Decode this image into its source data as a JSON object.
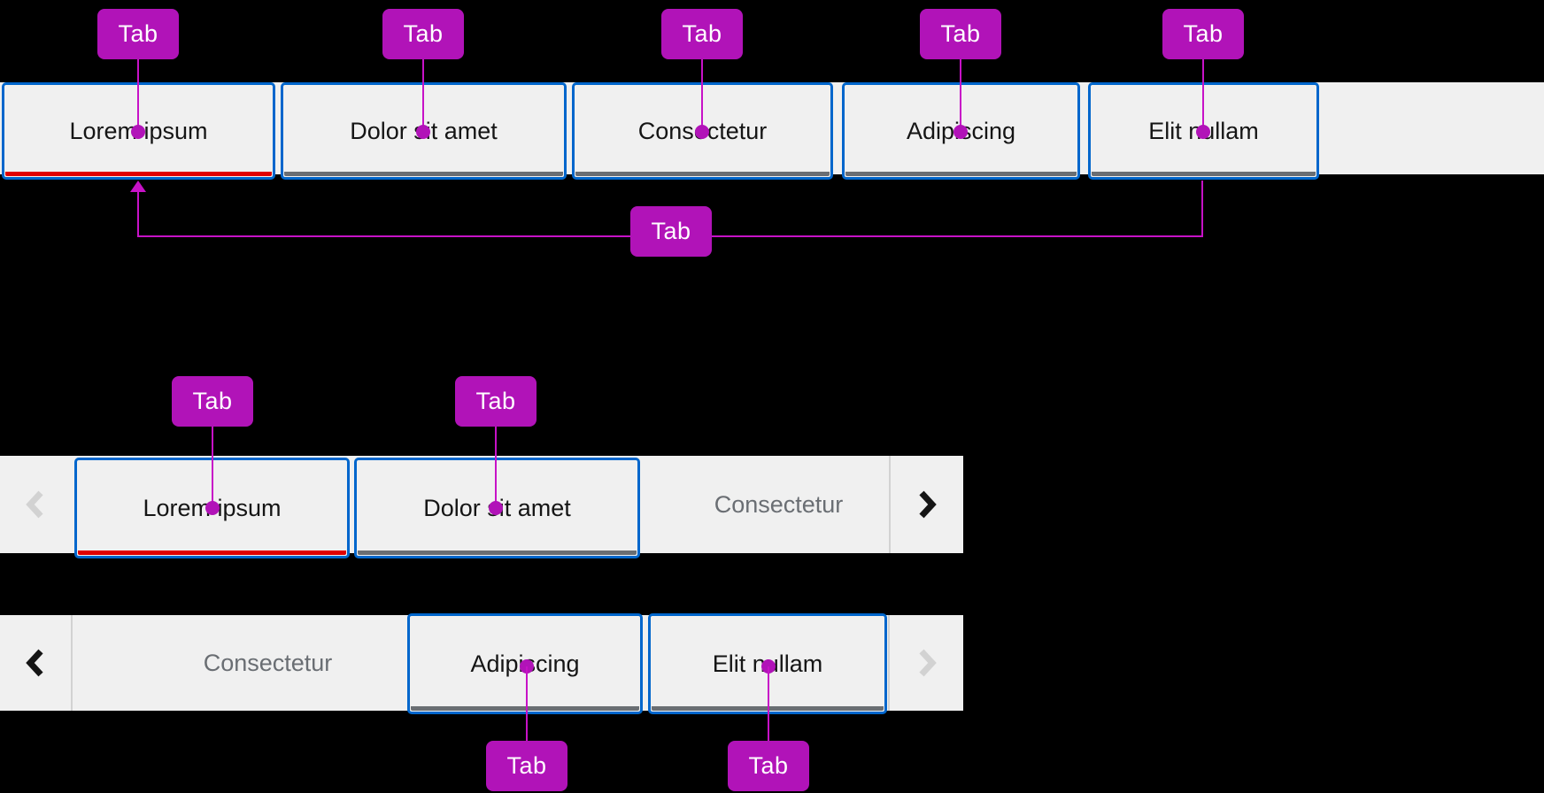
{
  "annotation": {
    "badge_label": "Tab",
    "badge_color": "#b113b8",
    "line_color": "#c712c7"
  },
  "colors": {
    "canvas_bg": "#000000",
    "bar_bg": "#f0f0f0",
    "tab_outline_blue": "#0066cc",
    "active_underline_red": "#e00000",
    "inactive_underline_grey": "#6a6e73",
    "tab_text": "#151515",
    "scrolled_tab_text": "#6a6e73",
    "divider": "#d2d2d2",
    "chevron_enabled": "#151515",
    "chevron_disabled": "#d2d2d2"
  },
  "main_tabs": {
    "tabs": [
      {
        "label": "Lorem ipsum",
        "state": "active"
      },
      {
        "label": "Dolor sit amet",
        "state": "default"
      },
      {
        "label": "Consectetur",
        "state": "default"
      },
      {
        "label": "Adipiscing",
        "state": "default"
      },
      {
        "label": "Elit nullam",
        "state": "default"
      }
    ]
  },
  "overflow_tabs_start": {
    "left_scroll": {
      "icon": "angle-left",
      "disabled": true
    },
    "right_scroll": {
      "icon": "angle-right",
      "disabled": false
    },
    "tabs": [
      {
        "label": "Lorem ipsum",
        "state": "active"
      },
      {
        "label": "Dolor sit amet",
        "state": "default"
      },
      {
        "label": "Consectetur",
        "state": "scrolled-out"
      }
    ]
  },
  "overflow_tabs_end": {
    "left_scroll": {
      "icon": "angle-left",
      "disabled": false
    },
    "right_scroll": {
      "icon": "angle-right",
      "disabled": true
    },
    "tabs": [
      {
        "label": "Consectetur",
        "state": "scrolled-out"
      },
      {
        "label": "Adipiscing",
        "state": "default"
      },
      {
        "label": "Elit nullam",
        "state": "default"
      }
    ]
  }
}
